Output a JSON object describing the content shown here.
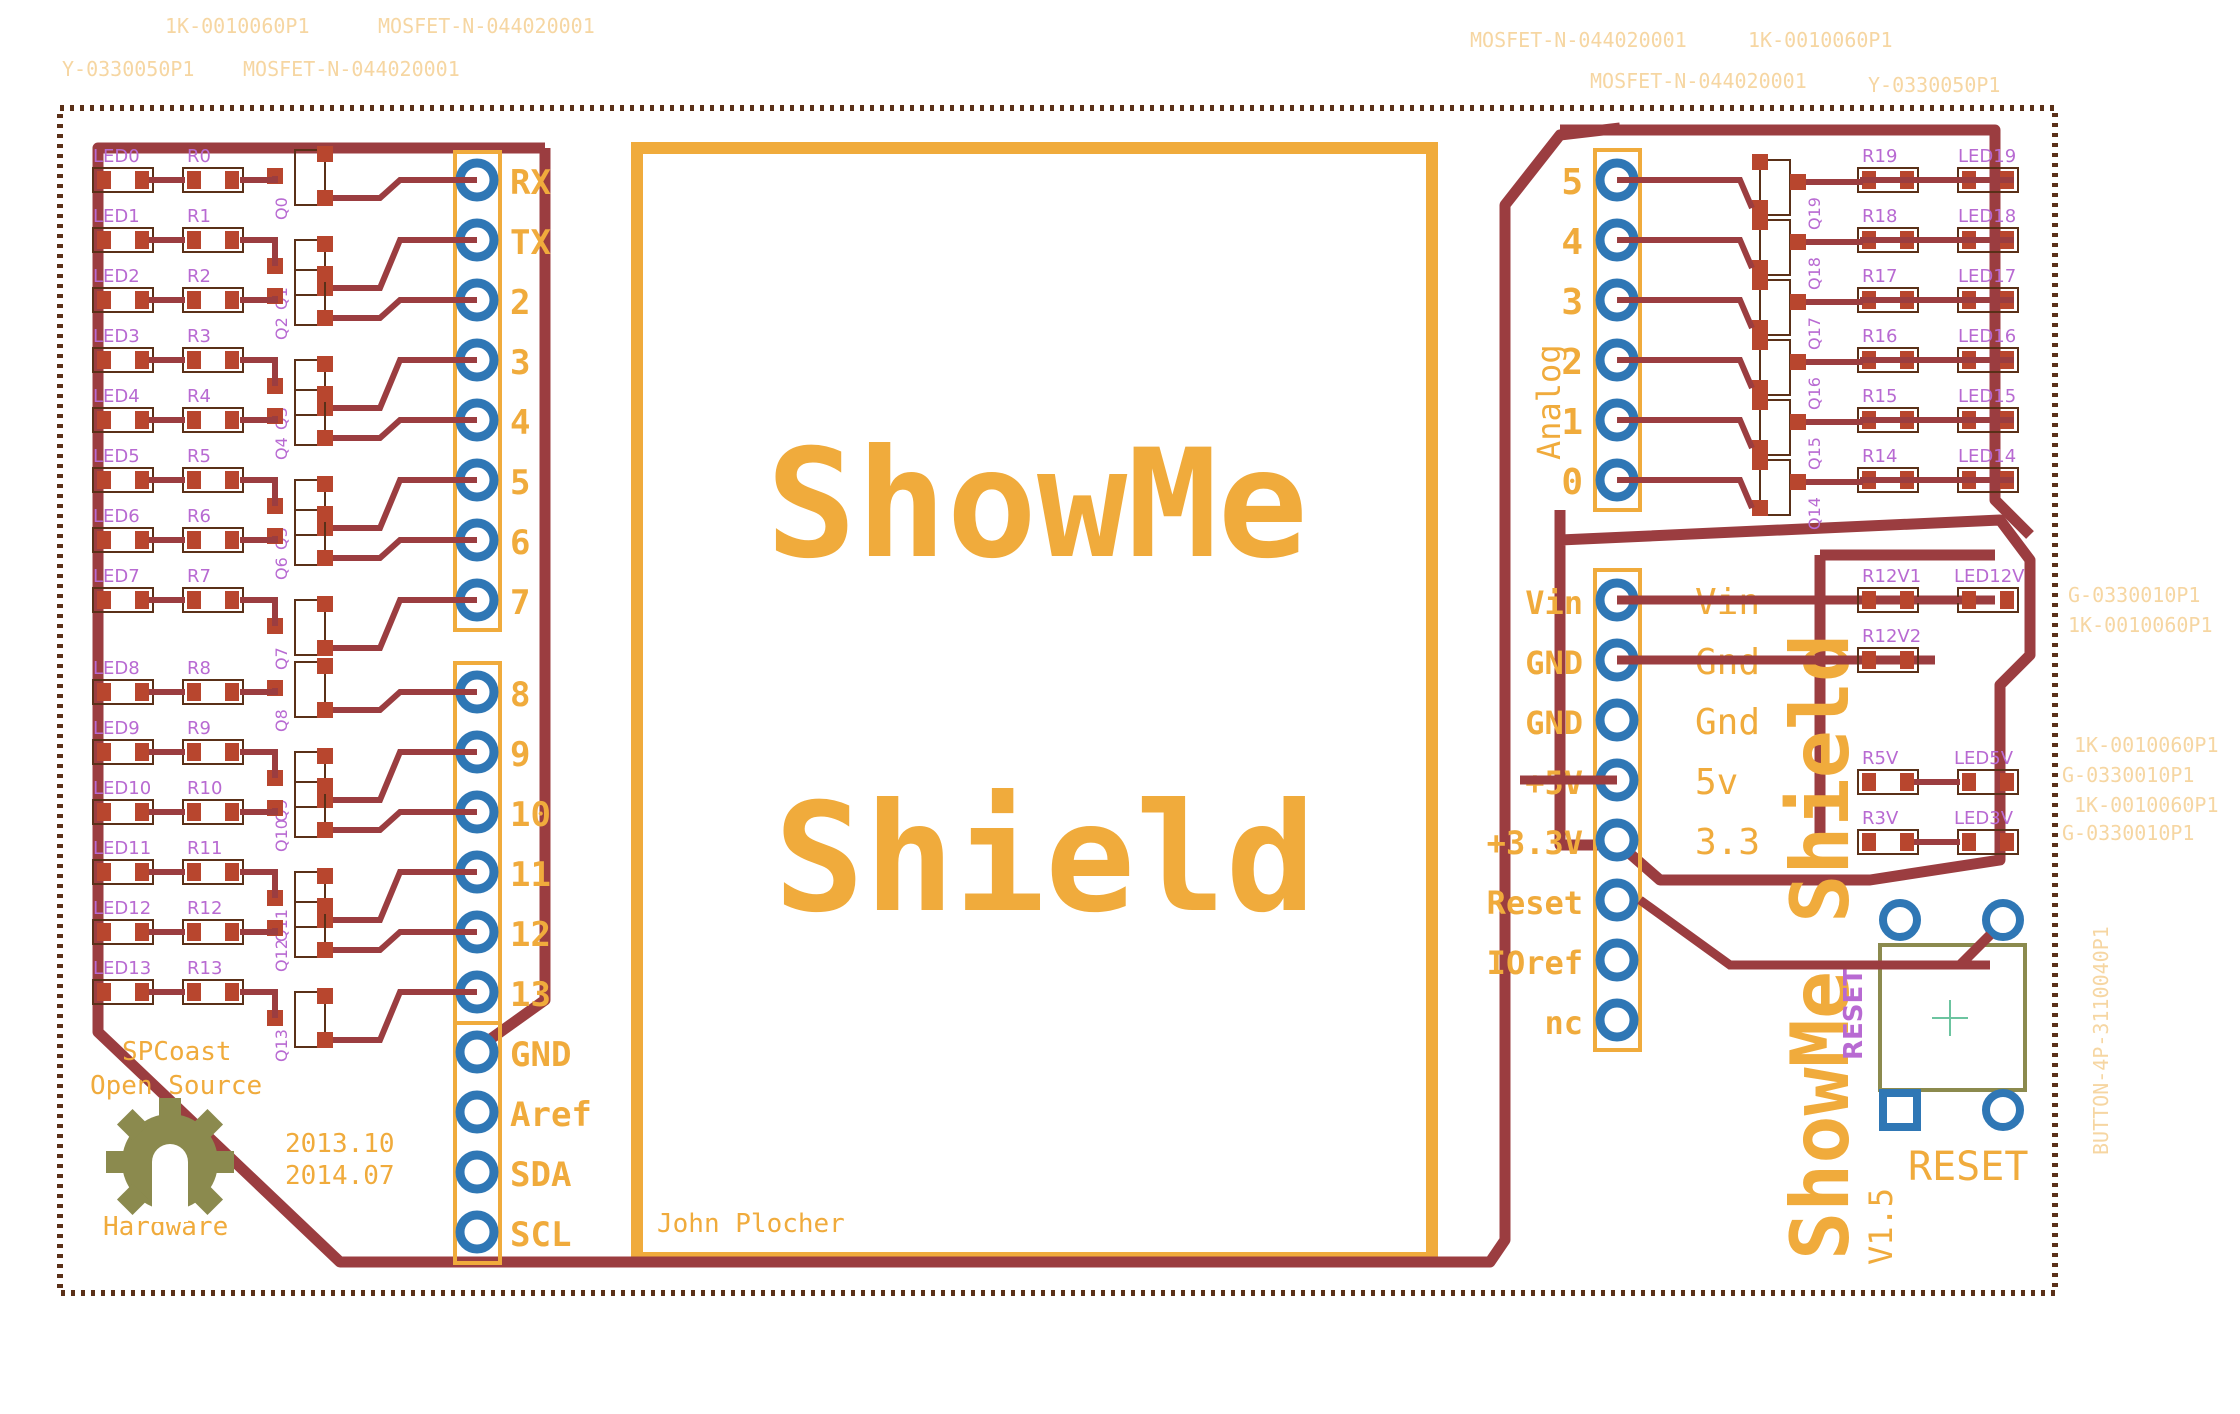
{
  "title": "ShowMe Shield PCB layout",
  "board": {
    "title_line1": "ShowMe",
    "title_line2": "Shield",
    "vertical_title": "ShowMe Shield",
    "version": "V1.5",
    "author": "John Plocher",
    "org_line1": "SPCoast",
    "org_line2": "Open Source",
    "date1": "2013.10",
    "date2": "2014.07",
    "logo_caption": "Hardware",
    "analog_label": "Analog",
    "reset_label": "RESET",
    "reset_part_label": "RESET",
    "button_part": "BUTTON-4P-3110040P1"
  },
  "colors": {
    "silkscreen": "#f0ab3c",
    "copper": "#9b3d40",
    "pad": "#b8462e",
    "via": "#2f77b5",
    "outline": "#5a3018",
    "part_label": "#b86ad2",
    "ref_label": "#f6d6a2"
  },
  "digital_headers": [
    "RX",
    "TX",
    "2",
    "3",
    "4",
    "5",
    "6",
    "7",
    "8",
    "9",
    "10",
    "11",
    "12",
    "13",
    "GND",
    "Aref",
    "SDA",
    "SCL"
  ],
  "analog_headers": [
    "5",
    "4",
    "3",
    "2",
    "1",
    "0"
  ],
  "power_headers": [
    "Vin",
    "GND",
    "GND",
    "+5V",
    "+3.3V",
    "Reset",
    "IOref",
    "nc"
  ],
  "power_silk_right": [
    "Vin",
    "Gnd",
    "Gnd",
    "5v",
    "3.3"
  ],
  "left_leds": [
    {
      "led": "LED0",
      "r": "R0",
      "q": "Q0"
    },
    {
      "led": "LED1",
      "r": "R1",
      "q": "Q1"
    },
    {
      "led": "LED2",
      "r": "R2",
      "q": "Q2"
    },
    {
      "led": "LED3",
      "r": "R3",
      "q": "Q3"
    },
    {
      "led": "LED4",
      "r": "R4",
      "q": "Q4"
    },
    {
      "led": "LED5",
      "r": "R5",
      "q": "Q5"
    },
    {
      "led": "LED6",
      "r": "R6",
      "q": "Q6"
    },
    {
      "led": "LED7",
      "r": "R7",
      "q": "Q7"
    },
    {
      "led": "LED8",
      "r": "R8",
      "q": "Q8"
    },
    {
      "led": "LED9",
      "r": "R9",
      "q": "Q9"
    },
    {
      "led": "LED10",
      "r": "R10",
      "q": "Q10"
    },
    {
      "led": "LED11",
      "r": "R11",
      "q": "Q11"
    },
    {
      "led": "LED12",
      "r": "R12",
      "q": "Q12"
    },
    {
      "led": "LED13",
      "r": "R13",
      "q": "Q13"
    }
  ],
  "right_leds": [
    {
      "led": "LED19",
      "r": "R19",
      "q": "Q19"
    },
    {
      "led": "LED18",
      "r": "R18",
      "q": "Q18"
    },
    {
      "led": "LED17",
      "r": "R17",
      "q": "Q17"
    },
    {
      "led": "LED16",
      "r": "R16",
      "q": "Q16"
    },
    {
      "led": "LED15",
      "r": "R15",
      "q": "Q15"
    },
    {
      "led": "LED14",
      "r": "R14",
      "q": "Q14"
    }
  ],
  "power_leds": [
    {
      "led": "LED12V",
      "r": "R12V1"
    },
    {
      "led": "",
      "r": "R12V2"
    },
    {
      "led": "LED5V",
      "r": "R5V"
    },
    {
      "led": "LED3V",
      "r": "R3V"
    }
  ],
  "part_refs": {
    "top_left_1": "1K-0010060P1",
    "top_left_2": "MOSFET-N-044020001",
    "top_left_3": "Y-0330050P1",
    "top_left_4": "MOSFET-N-044020001",
    "top_right_1": "MOSFET-N-044020001",
    "top_right_2": "1K-0010060P1",
    "top_right_3": "MOSFET-N-044020001",
    "top_right_4": "Y-0330050P1",
    "right_1": "G-0330010P1",
    "right_2": "1K-0010060P1",
    "right_3": "1K-0010060P1",
    "right_4": "G-0330010P1",
    "right_5": "1K-0010060P1",
    "right_6": "G-0330010P1"
  }
}
